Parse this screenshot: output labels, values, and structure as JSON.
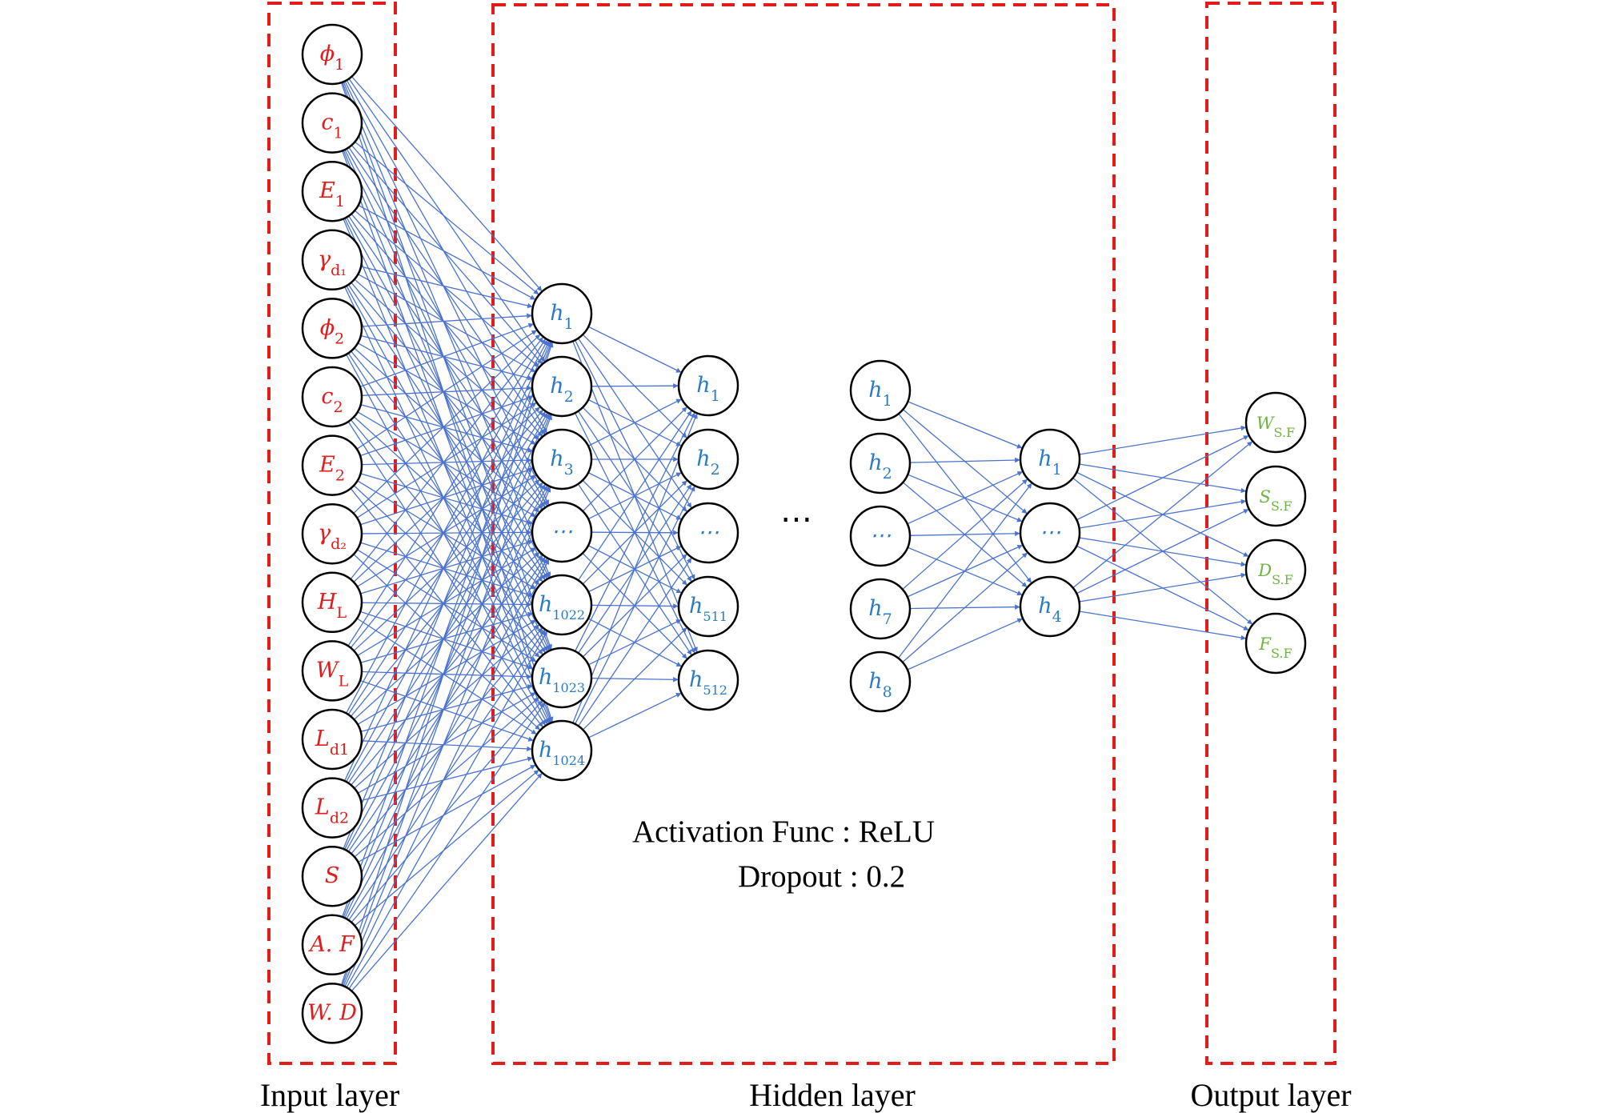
{
  "colors": {
    "input": "#e21b1b",
    "hidden": "#2a7bc4",
    "output": "#6db33f",
    "edge": "#4a72d0",
    "box": "#e21b1b"
  },
  "layers": {
    "input": {
      "caption": "Input layer",
      "nodes": [
        {
          "base": "ϕ",
          "sub": "1"
        },
        {
          "base": "c",
          "sub": "1"
        },
        {
          "base": "E",
          "sub": "1"
        },
        {
          "base": "γ",
          "sub": "d₁"
        },
        {
          "base": "ϕ",
          "sub": "2"
        },
        {
          "base": "c",
          "sub": "2"
        },
        {
          "base": "E",
          "sub": "2"
        },
        {
          "base": "γ",
          "sub": "d₂"
        },
        {
          "base": "H",
          "sub": "L"
        },
        {
          "base": "W",
          "sub": "L"
        },
        {
          "base": "L",
          "sub": "d1"
        },
        {
          "base": "L",
          "sub": "d2"
        },
        {
          "base": "S",
          "sub": ""
        },
        {
          "base": "A. F",
          "sub": ""
        },
        {
          "base": "W. D",
          "sub": ""
        }
      ]
    },
    "hidden": {
      "caption": "Hidden layer",
      "h1": [
        {
          "base": "h",
          "sub": "1"
        },
        {
          "base": "h",
          "sub": "2"
        },
        {
          "base": "h",
          "sub": "3"
        },
        {
          "base": "⋯",
          "sub": ""
        },
        {
          "base": "h",
          "sub": "1022"
        },
        {
          "base": "h",
          "sub": "1023"
        },
        {
          "base": "h",
          "sub": "1024"
        }
      ],
      "h2": [
        {
          "base": "h",
          "sub": "1"
        },
        {
          "base": "h",
          "sub": "2"
        },
        {
          "base": "⋯",
          "sub": ""
        },
        {
          "base": "h",
          "sub": "511"
        },
        {
          "base": "h",
          "sub": "512"
        }
      ],
      "ellipsis": "⋯",
      "h3": [
        {
          "base": "h",
          "sub": "1"
        },
        {
          "base": "h",
          "sub": "2"
        },
        {
          "base": "⋯",
          "sub": ""
        },
        {
          "base": "h",
          "sub": "7"
        },
        {
          "base": "h",
          "sub": "8"
        }
      ],
      "h4": [
        {
          "base": "h",
          "sub": "1"
        },
        {
          "base": "⋯",
          "sub": ""
        },
        {
          "base": "h",
          "sub": "4"
        }
      ],
      "activation": "Activation Func : ReLU",
      "dropout": "Dropout : 0.2"
    },
    "output": {
      "caption": "Output layer",
      "nodes": [
        {
          "base": "W",
          "sub": "S.F"
        },
        {
          "base": "S",
          "sub": "S.F"
        },
        {
          "base": "D",
          "sub": "S.F"
        },
        {
          "base": "F",
          "sub": "S.F"
        }
      ]
    }
  }
}
